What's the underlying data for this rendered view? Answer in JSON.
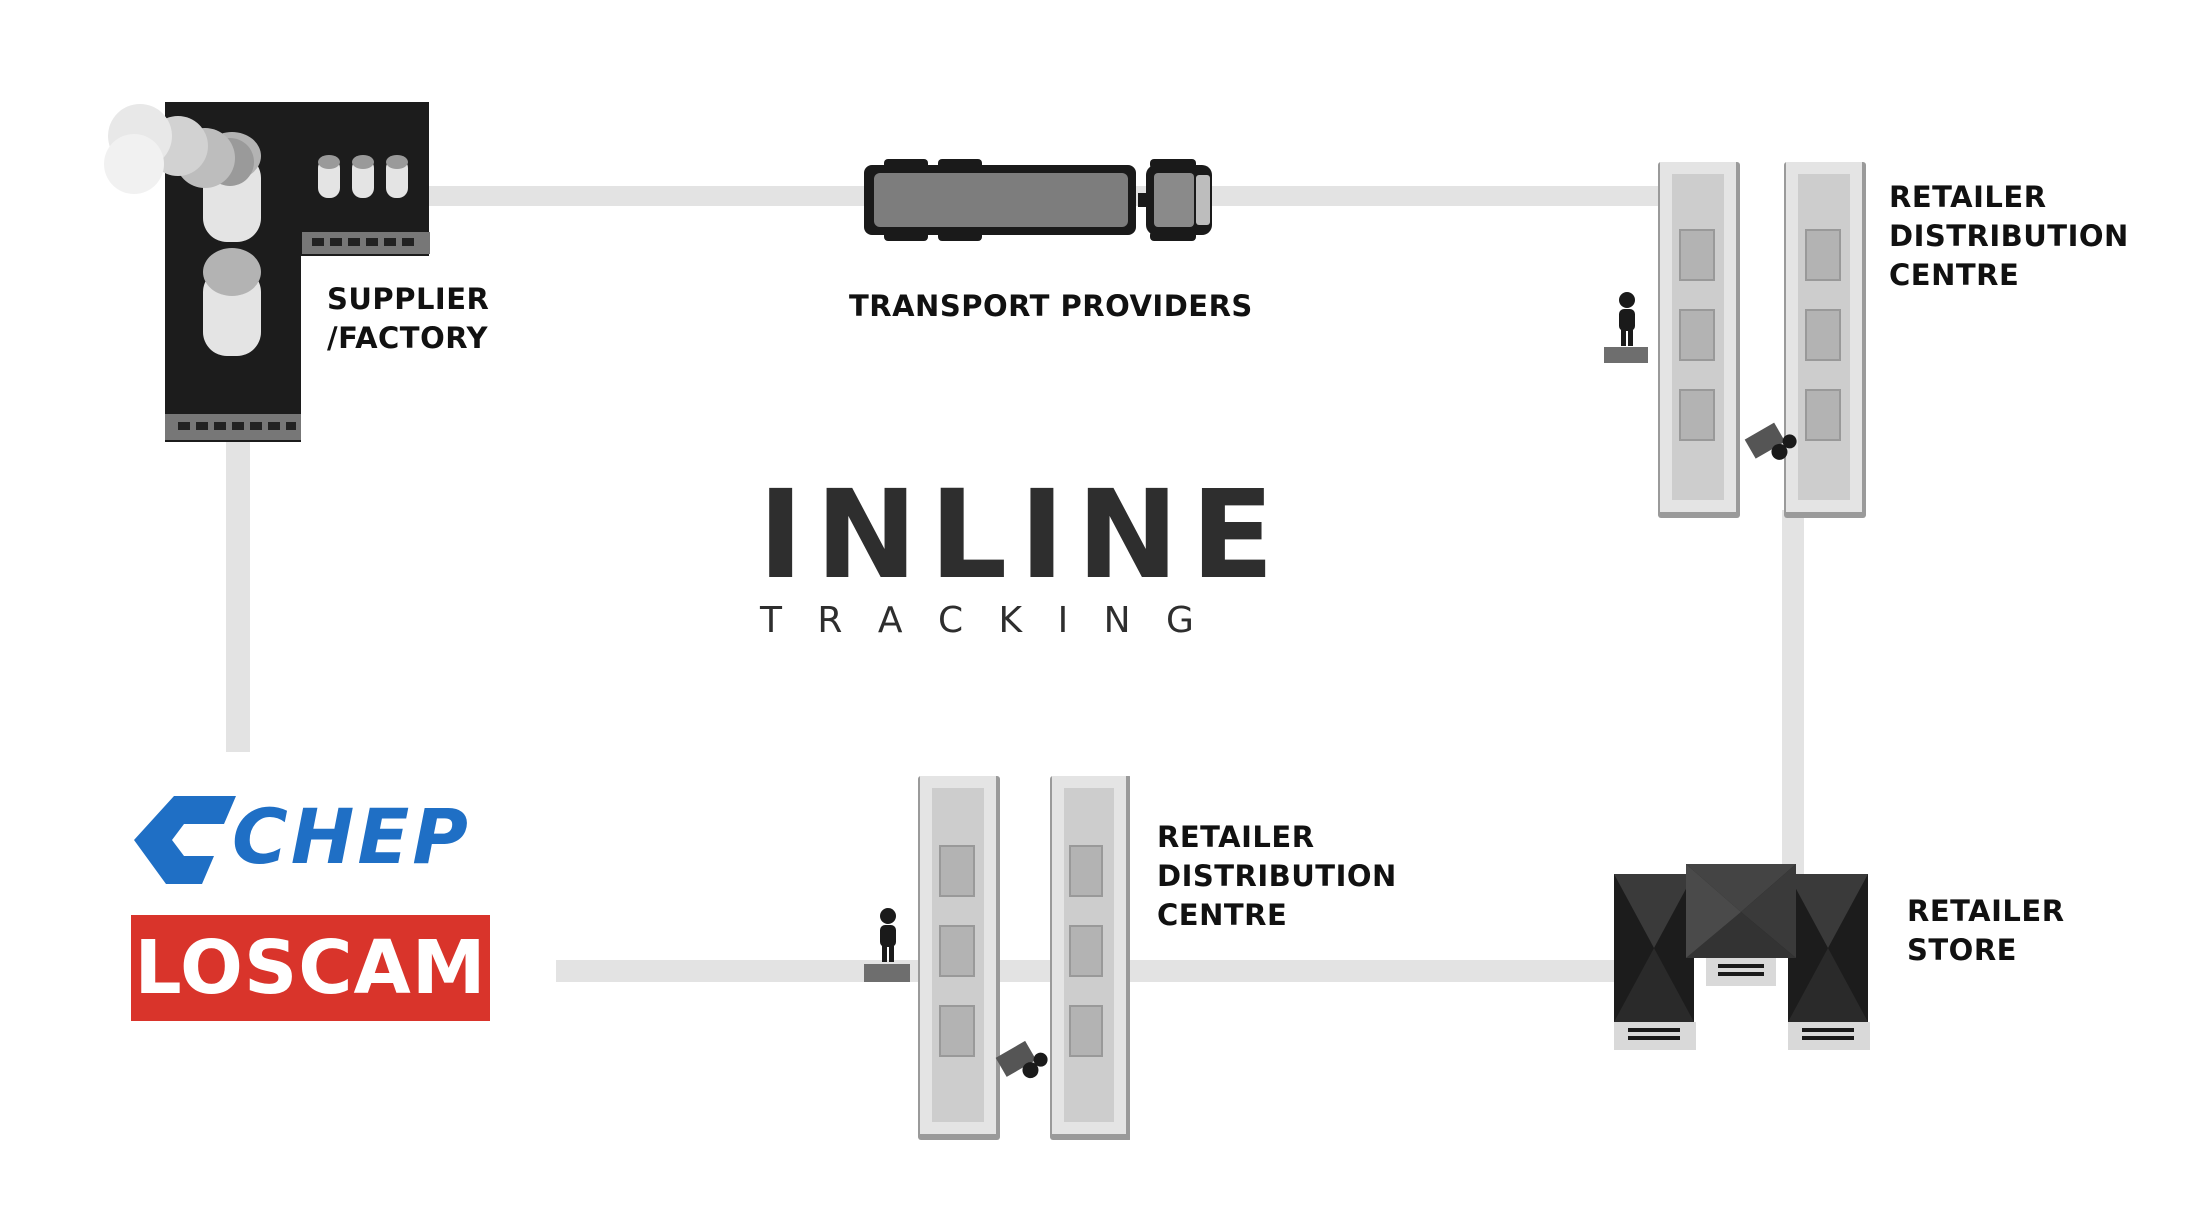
{
  "colors": {
    "path": "#e3e3e3",
    "factory_dark": "#1c1c1c",
    "building_light": "#d9d9d9",
    "logo_text": "#2e2e2e",
    "chep_blue": "#1f6fc5",
    "loscam_red": "#d9342b",
    "loscam_text": "#ffffff"
  },
  "nodes": {
    "supplier": {
      "line1": "SUPPLIER",
      "line2": "/FACTORY",
      "icon": "factory-icon"
    },
    "transport": {
      "label": "TRANSPORT PROVIDERS",
      "icon": "truck-icon"
    },
    "rdc_top": {
      "line1": "RETAILER",
      "line2": "DISTRIBUTION",
      "line3": "CENTRE",
      "icon": "warehouse-icon"
    },
    "rdc_bottom": {
      "line1": "RETAILER",
      "line2": "DISTRIBUTION",
      "line3": "CENTRE",
      "icon": "warehouse-icon"
    },
    "store": {
      "line1": "RETAILER",
      "line2": "STORE",
      "icon": "store-icon"
    }
  },
  "center_logo": {
    "word": "INLINE",
    "tagline": "T R A C K I N G"
  },
  "pool_logos": {
    "chep": "CHEP",
    "loscam": "LOSCAM"
  }
}
